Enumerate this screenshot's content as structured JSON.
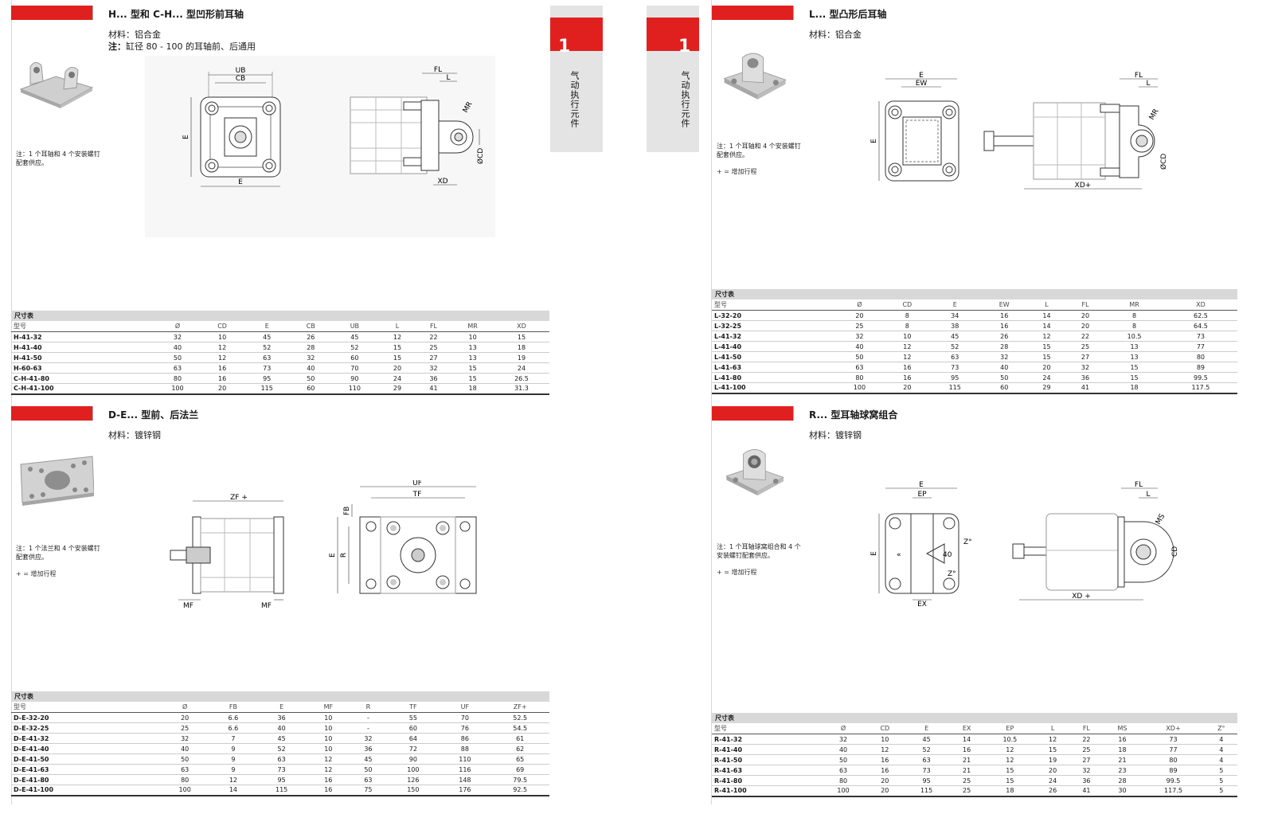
{
  "sidebar_tab": {
    "number": "1",
    "label": "气动执行元件"
  },
  "table_caption": "尺寸表",
  "sections": {
    "h": {
      "title": "H... 型和 C-H... 型凹形前耳轴",
      "material": "材料：铝合金",
      "note_label": "注：",
      "note_text": "缸径 80 - 100 的耳轴前、后通用",
      "side_note": "注：1 个耳轴和 4 个安装螺钉配套供应。",
      "labels": {
        "ub": "UB",
        "cb": "CB",
        "e": "E",
        "fl": "FL",
        "l": "L",
        "mr": "MR",
        "cd": "ØCD",
        "xd": "XD"
      },
      "table": {
        "headers": [
          "型号",
          "Ø",
          "CD",
          "E",
          "CB",
          "UB",
          "L",
          "FL",
          "MR",
          "XD"
        ],
        "rows": [
          [
            "H-41-32",
            "32",
            "10",
            "45",
            "26",
            "45",
            "12",
            "22",
            "10",
            "15"
          ],
          [
            "H-41-40",
            "40",
            "12",
            "52",
            "28",
            "52",
            "15",
            "25",
            "13",
            "18"
          ],
          [
            "H-41-50",
            "50",
            "12",
            "63",
            "32",
            "60",
            "15",
            "27",
            "13",
            "19"
          ],
          [
            "H-60-63",
            "63",
            "16",
            "73",
            "40",
            "70",
            "20",
            "32",
            "15",
            "24"
          ],
          [
            "C-H-41-80",
            "80",
            "16",
            "95",
            "50",
            "90",
            "24",
            "36",
            "15",
            "26.5"
          ],
          [
            "C-H-41-100",
            "100",
            "20",
            "115",
            "60",
            "110",
            "29",
            "41",
            "18",
            "31.3"
          ]
        ]
      }
    },
    "de": {
      "title": "D-E... 型前、后法兰",
      "material": "材料：镀锌钢",
      "side_note": "注：1 个法兰和 4 个安装螺钉配套供应。",
      "side_note2": "+ = 增加行程",
      "labels": {
        "zf": "ZF +",
        "mf": "MF",
        "uf": "UF",
        "tf": "TF",
        "fb": "FB",
        "e": "E",
        "r": "R"
      },
      "table": {
        "headers": [
          "型号",
          "Ø",
          "FB",
          "E",
          "MF",
          "R",
          "TF",
          "UF",
          "ZF+"
        ],
        "rows": [
          [
            "D-E-32-20",
            "20",
            "6.6",
            "36",
            "10",
            "-",
            "55",
            "70",
            "52.5"
          ],
          [
            "D-E-32-25",
            "25",
            "6.6",
            "40",
            "10",
            "-",
            "60",
            "76",
            "54.5"
          ],
          [
            "D-E-41-32",
            "32",
            "7",
            "45",
            "10",
            "32",
            "64",
            "86",
            "61"
          ],
          [
            "D-E-41-40",
            "40",
            "9",
            "52",
            "10",
            "36",
            "72",
            "88",
            "62"
          ],
          [
            "D-E-41-50",
            "50",
            "9",
            "63",
            "12",
            "45",
            "90",
            "110",
            "65"
          ],
          [
            "D-E-41-63",
            "63",
            "9",
            "73",
            "12",
            "50",
            "100",
            "116",
            "69"
          ],
          [
            "D-E-41-80",
            "80",
            "12",
            "95",
            "16",
            "63",
            "126",
            "148",
            "79.5"
          ],
          [
            "D-E-41-100",
            "100",
            "14",
            "115",
            "16",
            "75",
            "150",
            "176",
            "92.5"
          ]
        ]
      }
    },
    "l": {
      "title": "L... 型凸形后耳轴",
      "material": "材料：铝合金",
      "side_note": "注：1 个耳轴和 4 个安装螺钉配套供应。",
      "side_note2": "+ = 增加行程",
      "labels": {
        "e": "E",
        "ew": "EW",
        "fl": "FL",
        "l": "L",
        "mr": "MR",
        "cd": "ØCD",
        "xd": "XD+"
      },
      "table": {
        "headers": [
          "型号",
          "Ø",
          "CD",
          "E",
          "EW",
          "L",
          "FL",
          "MR",
          "XD"
        ],
        "rows": [
          [
            "L-32-20",
            "20",
            "8",
            "34",
            "16",
            "14",
            "20",
            "8",
            "62.5"
          ],
          [
            "L-32-25",
            "25",
            "8",
            "38",
            "16",
            "14",
            "20",
            "8",
            "64.5"
          ],
          [
            "L-41-32",
            "32",
            "10",
            "45",
            "26",
            "12",
            "22",
            "10.5",
            "73"
          ],
          [
            "L-41-40",
            "40",
            "12",
            "52",
            "28",
            "15",
            "25",
            "13",
            "77"
          ],
          [
            "L-41-50",
            "50",
            "12",
            "63",
            "32",
            "15",
            "27",
            "13",
            "80"
          ],
          [
            "L-41-63",
            "63",
            "16",
            "73",
            "40",
            "20",
            "32",
            "15",
            "89"
          ],
          [
            "L-41-80",
            "80",
            "16",
            "95",
            "50",
            "24",
            "36",
            "15",
            "99.5"
          ],
          [
            "L-41-100",
            "100",
            "20",
            "115",
            "60",
            "29",
            "41",
            "18",
            "117.5"
          ]
        ]
      }
    },
    "r": {
      "title": "R... 型耳轴球窝组合",
      "material": "材料：镀锌钢",
      "side_note": "注：1 个耳轴球窝组合和 4 个安装螺钉配套供应。",
      "side_note2": "+ = 增加行程",
      "labels": {
        "e": "E",
        "ep": "EP",
        "ex": "EX",
        "z1": "Z°",
        "z2": "Z°",
        "n40": "40",
        "fl": "FL",
        "l": "L",
        "ms": "MS",
        "cd": "CD",
        "xd": "XD +"
      },
      "table": {
        "headers": [
          "型号",
          "Ø",
          "CD",
          "E",
          "EX",
          "EP",
          "L",
          "FL",
          "MS",
          "XD+",
          "Z°"
        ],
        "rows": [
          [
            "R-41-32",
            "32",
            "10",
            "45",
            "14",
            "10.5",
            "12",
            "22",
            "16",
            "73",
            "4"
          ],
          [
            "R-41-40",
            "40",
            "12",
            "52",
            "16",
            "12",
            "15",
            "25",
            "18",
            "77",
            "4"
          ],
          [
            "R-41-50",
            "50",
            "16",
            "63",
            "21",
            "12",
            "19",
            "27",
            "21",
            "80",
            "4"
          ],
          [
            "R-41-63",
            "63",
            "16",
            "73",
            "21",
            "15",
            "20",
            "32",
            "23",
            "89",
            "5"
          ],
          [
            "R-41-80",
            "80",
            "20",
            "95",
            "25",
            "15",
            "24",
            "36",
            "28",
            "99.5",
            "5"
          ],
          [
            "R-41-100",
            "100",
            "20",
            "115",
            "25",
            "18",
            "26",
            "41",
            "30",
            "117.5",
            "5"
          ]
        ]
      }
    }
  }
}
